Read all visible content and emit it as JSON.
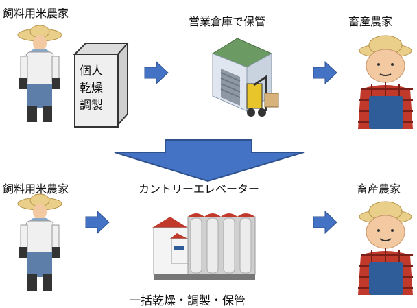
{
  "top_row": {
    "farmer_label": "飼料用米農家",
    "box_lines": [
      "個人",
      "乾燥",
      "調製"
    ],
    "warehouse_label": "営業倉庫で保管",
    "livestock_label": "畜産農家"
  },
  "bottom_row": {
    "farmer_label": "飼料用米農家",
    "elevator_label": "カントリーエレベーター",
    "process_label": "一括乾燥・調製・保管",
    "livestock_label": "畜産農家"
  },
  "colors": {
    "arrow_blue": "#4472c4",
    "arrow_dark": "#2f528f"
  }
}
